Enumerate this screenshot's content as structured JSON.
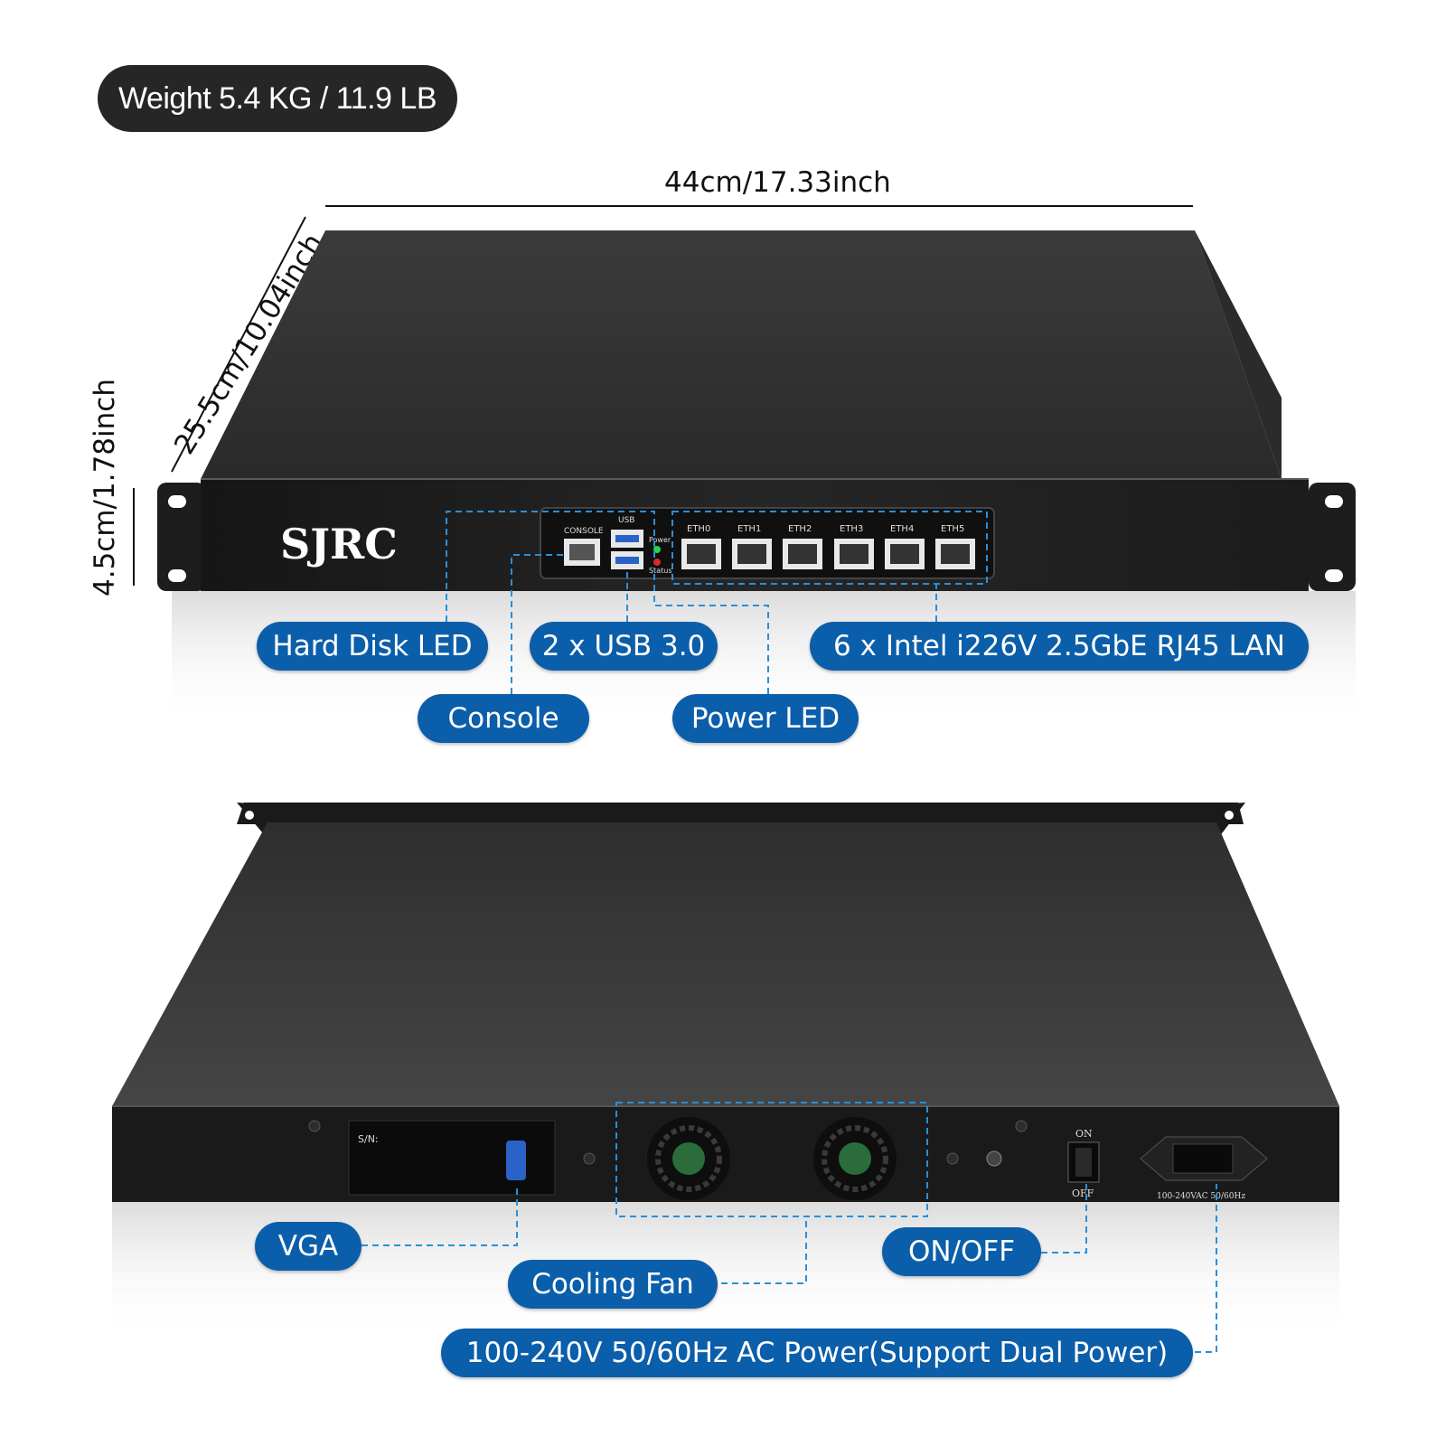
{
  "weight": "Weight 5.4 KG / 11.9 LB",
  "dimensions": {
    "width": "44cm/17.33inch",
    "depth": "25.5cm/10.04inch",
    "height": "4.5cm/1.78inch"
  },
  "front": {
    "brand": "SJRC",
    "ports": {
      "console": "CONSOLE",
      "usb": "USB",
      "power": "Power",
      "status": "Status",
      "eth": [
        "ETH0",
        "ETH1",
        "ETH2",
        "ETH3",
        "ETH4",
        "ETH5"
      ]
    },
    "callouts": {
      "hard_disk_led": "Hard Disk LED",
      "usb": "2 x USB 3.0",
      "lan": "6 x Intel i226V 2.5GbE RJ45 LAN",
      "console": "Console",
      "power_led": "Power LED"
    }
  },
  "rear": {
    "sn": "S/N:",
    "switch_on": "ON",
    "switch_off": "OFF",
    "power_rating": "100-240VAC 50/60Hz",
    "callouts": {
      "vga": "VGA",
      "on_off": "ON/OFF",
      "cooling_fan": "Cooling Fan",
      "ac_power": "100-240V 50/60Hz AC Power(Support Dual Power)"
    }
  },
  "colors": {
    "callout_bg": "#0b5eaa",
    "chassis": "#3a3a3a",
    "panel": "#1e1e1e",
    "leader_line": "#2a8fd8"
  }
}
